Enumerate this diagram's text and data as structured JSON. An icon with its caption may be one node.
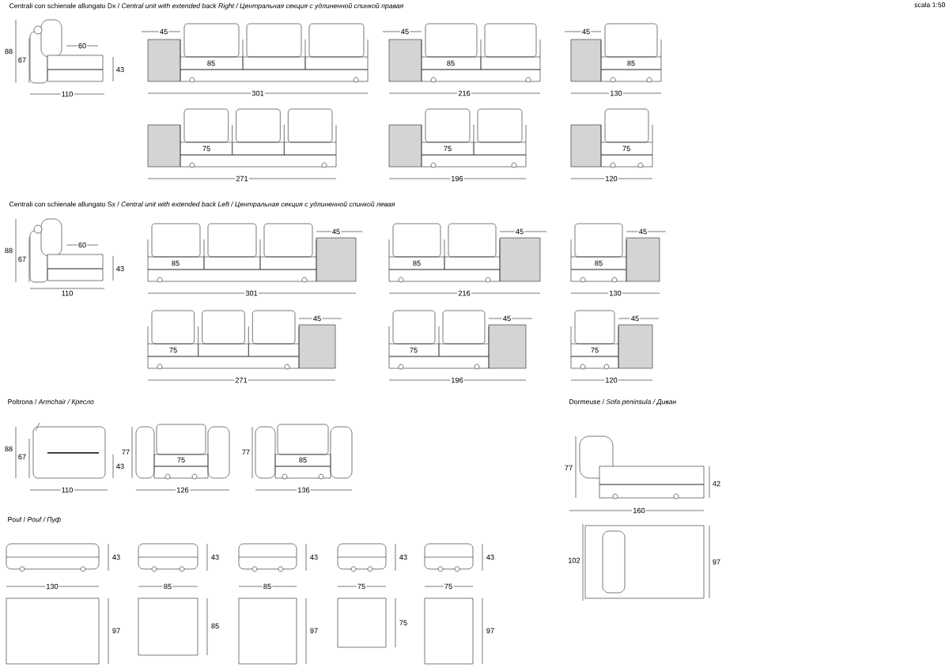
{
  "diagram": {
    "labels": [
      "Centrali con schienale allungato Dx / *Central unit with extended back Right / Центральная секция с удлиненной спинкой правая*",
      "scala 1:50",
      "88",
      "67",
      "60",
      "43",
      "110",
      "45",
      "85",
      "301",
      "45",
      "85",
      "216",
      "45",
      "85",
      "130",
      "75",
      "271",
      "75",
      "196",
      "75",
      "120",
      "Centrali con schienale allungato Sx / *Central unit with extended back Left / Центральная секция с удлиненной спинкой левая*",
      "88",
      "67",
      "60",
      "43",
      "110",
      "45",
      "85",
      "301",
      "45",
      "85",
      "216",
      "45",
      "85",
      "130",
      "45",
      "75",
      "271",
      "45",
      "75",
      "196",
      "45",
      "75",
      "120",
      "Poltrona / *Armchair / Кресло*",
      "Dormeuse / *Sofa peninsula / Диван*",
      "88",
      "67",
      "43",
      "110",
      "77",
      "75",
      "126",
      "77",
      "85",
      "136",
      "77",
      "42",
      "160",
      "Pouf / *Pouf / Пуф*",
      "43",
      "43",
      "43",
      "43",
      "43",
      "130",
      "85",
      "85",
      "75",
      "75",
      "102",
      "97",
      "97",
      "85",
      "97",
      "75",
      "97"
    ]
  }
}
